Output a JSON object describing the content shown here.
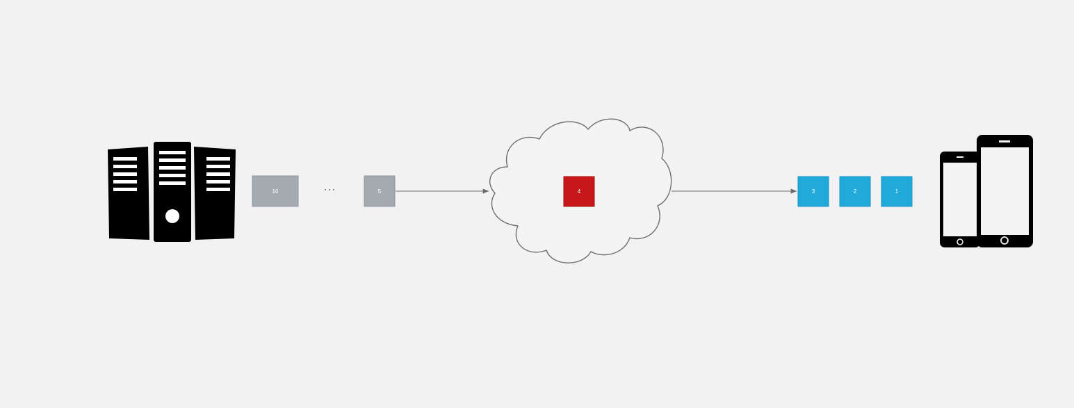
{
  "diagram": {
    "sender": {
      "icon": "server-rack-icon"
    },
    "receiver": {
      "icon": "mobile-devices-icon"
    },
    "network": {
      "icon": "cloud-icon"
    },
    "outgoing_packets": [
      {
        "label": "10",
        "color": "#a3aab0"
      },
      {
        "label": "5",
        "color": "#a3aab0"
      }
    ],
    "ellipsis": "···",
    "in_transit_packet": {
      "label": "4",
      "color": "#c8171a"
    },
    "delivered_packets": [
      {
        "label": "3",
        "color": "#22a9dc"
      },
      {
        "label": "2",
        "color": "#22a9dc"
      },
      {
        "label": "1",
        "color": "#22a9dc"
      }
    ],
    "line_color": "#8a8a8a",
    "background_color": "#f2f2f2"
  }
}
